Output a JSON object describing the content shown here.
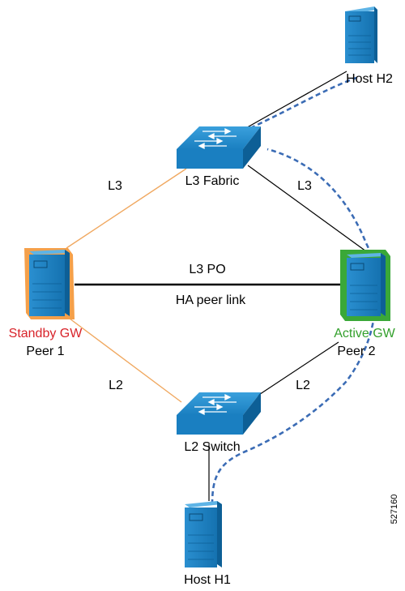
{
  "nodes": {
    "host_h2": {
      "label": "Host H2"
    },
    "l3_fabric": {
      "label": "L3 Fabric"
    },
    "peer1": {
      "role": "Standby GW",
      "label": "Peer 1"
    },
    "peer2": {
      "role": "Active GW",
      "label": "Peer 2"
    },
    "l2_switch": {
      "label": "L2 Switch"
    },
    "host_h1": {
      "label": "Host H1"
    }
  },
  "links": {
    "fabric_peer1": "L3",
    "fabric_peer2": "L3",
    "peer_link_top": "L3 PO",
    "peer_link_bottom": "HA peer link",
    "switch_peer1": "L2",
    "switch_peer2": "L2"
  },
  "figure_id": "527160",
  "colors": {
    "device_blue": "#1a7fc1",
    "device_dark": "#0d5f96",
    "standby_outline": "#f5a04a",
    "active_outline": "#3aa838",
    "standby_text": "#d8232a",
    "active_text": "#33a02c",
    "l3_link": "#f0a860",
    "traffic_path": "#3b6cb5"
  },
  "icons": {
    "server": "server-tower-icon",
    "switch": "network-switch-icon"
  }
}
